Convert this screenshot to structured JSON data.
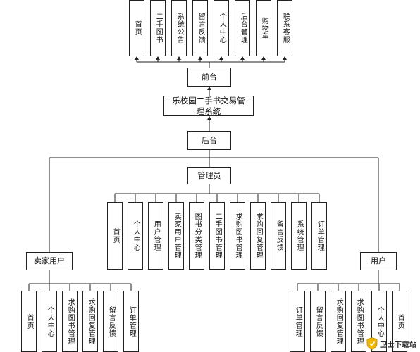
{
  "top_row": [
    "首页",
    "二手图书",
    "系统公告",
    "留言反馈",
    "个人中心",
    "后台管理",
    "购物车",
    "联系客服"
  ],
  "front_label": "前台",
  "system_title": "乐校园二手书交易管理系统",
  "back_label": "后台",
  "admin_label": "管理员",
  "admin_children": [
    "首页",
    "个人中心",
    "用户管理",
    "卖家用户管理",
    "图书分类管理",
    "二手图书管理",
    "求购图书管理",
    "求购回复管理",
    "留言反馈",
    "系统管理",
    "订单管理"
  ],
  "seller_label": "卖家用户",
  "seller_children": [
    "首页",
    "个人中心",
    "求购图书管理",
    "求购回复管理",
    "留言反馈",
    "订单管理"
  ],
  "user_label": "用户",
  "user_children": [
    "订单管理",
    "留言反馈",
    "求购回复管理",
    "求购图书管理",
    "个人中心",
    "首页"
  ],
  "watermark": {
    "text": "卫士下载站",
    "icon": "shield-icon",
    "color": "#f2b705"
  }
}
